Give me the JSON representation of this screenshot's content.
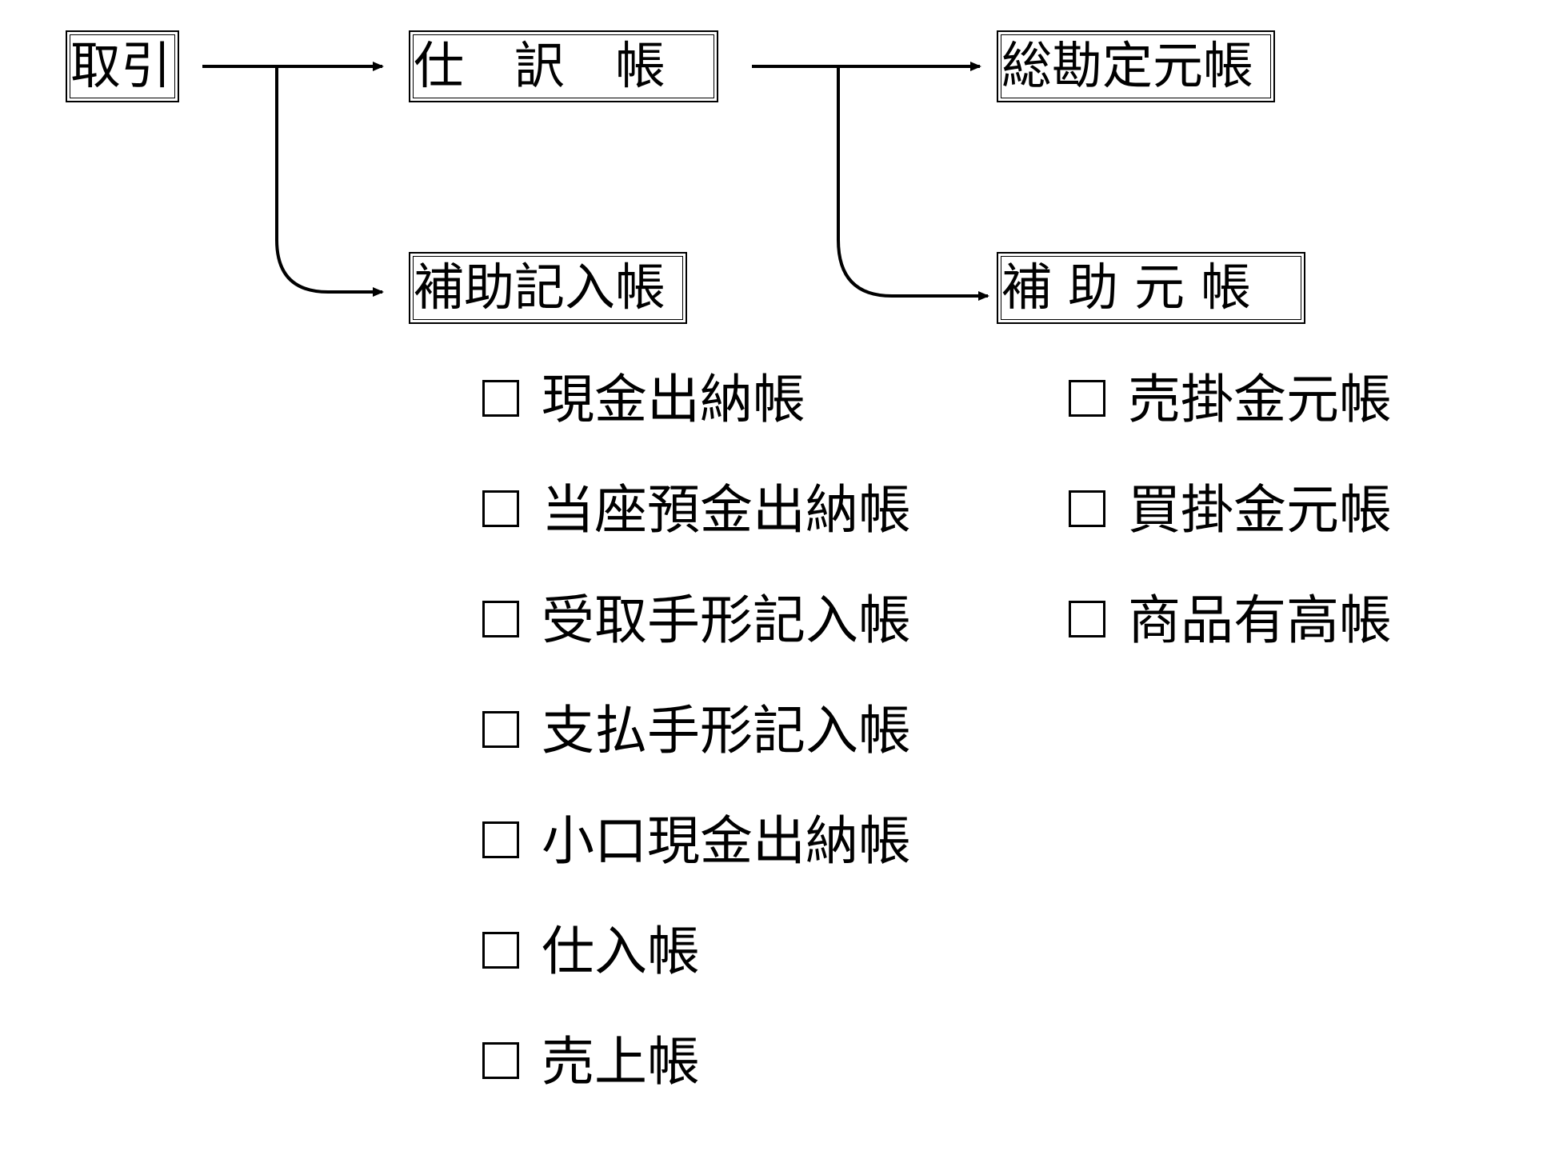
{
  "nodes": {
    "transaction": "取引",
    "journal": "仕　訳　帳",
    "general_ledger": "総勘定元帳",
    "subsidiary_register": "補助記入帳",
    "subsidiary_ledger": "補 助 元 帳"
  },
  "subsidiary_register_items": [
    "現金出納帳",
    "当座預金出納帳",
    "受取手形記入帳",
    "支払手形記入帳",
    "小口現金出納帳",
    "仕入帳",
    "売上帳"
  ],
  "subsidiary_ledger_items": [
    "売掛金元帳",
    "買掛金元帳",
    "商品有高帳"
  ]
}
